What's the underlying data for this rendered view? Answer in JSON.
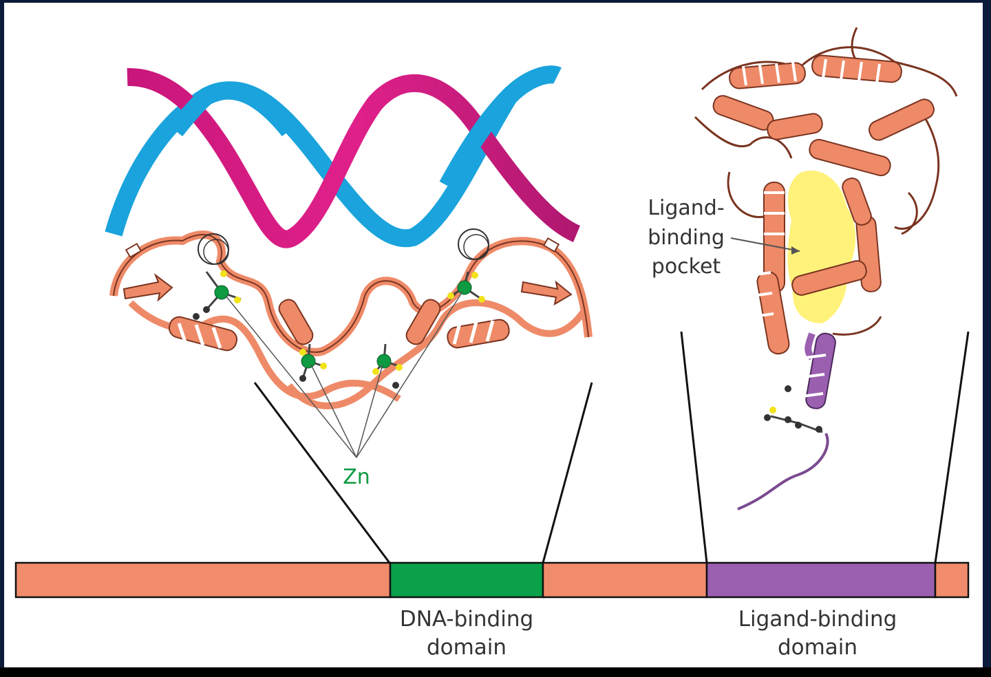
{
  "labels": {
    "zn": "Zn",
    "pocket": [
      "Ligand-",
      "binding",
      "pocket"
    ],
    "dna_domain": [
      "DNA-binding",
      "domain"
    ],
    "ligand_domain": [
      "Ligand-binding",
      "domain"
    ]
  },
  "bar_segments": [
    {
      "name": "n-terminal-region",
      "color": "#f08c6c"
    },
    {
      "name": "dna-binding-domain",
      "color": "#0aa14a"
    },
    {
      "name": "hinge-region",
      "color": "#f08c6c"
    },
    {
      "name": "ligand-binding-domain",
      "color": "#9b5fb0"
    },
    {
      "name": "c-terminal-region",
      "color": "#f08c6c"
    }
  ],
  "colors": {
    "dna_strand_1": "#d3197f",
    "dna_strand_2": "#1aa3dc",
    "protein": "#ee8a68",
    "protein_outline": "#7a3420",
    "zinc": "#0d9a40",
    "sulfur": "#f2e21a",
    "pocket": "#fff27a",
    "helix_12": "#9b5fb0"
  }
}
